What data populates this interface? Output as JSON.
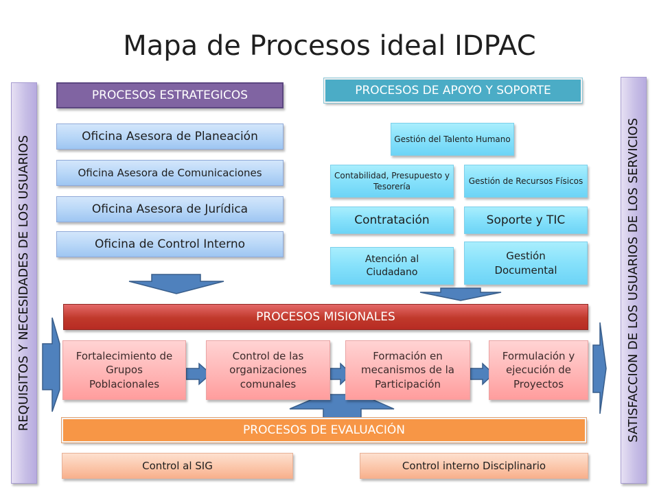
{
  "title": "Mapa de Procesos ideal IDPAC",
  "left_banner": "REQUISITOS Y NECESIDADES DE LOS USUARIOS",
  "right_banner": "SATISFACCION DE LOS USUARIOS DE LOS SERVICIOS",
  "strategic": {
    "header": "PROCESOS ESTRATEGICOS",
    "items": [
      "Oficina Asesora de Planeación",
      "Oficina Asesora  de Comunicaciones",
      "Oficina Asesora de Jurídica",
      "Oficina de Control Interno"
    ]
  },
  "support": {
    "header": "PROCESOS DE APOYO Y SOPORTE",
    "talento": "Gestión del Talento Humano",
    "contabilidad": "Contabilidad, Presupuesto y Tesorería",
    "recursos": "Gestión de Recursos Físicos",
    "contratacion": "Contratación",
    "soporte": "Soporte y TIC",
    "atencion": "Atención al Ciudadano",
    "documental": "Gestión Documental"
  },
  "missional": {
    "header": "PROCESOS MISIONALES",
    "items": [
      "Fortalecimiento de Grupos Poblacionales",
      "Control de las organizaciones comunales",
      "Formación en mecanismos de la Participación",
      "Formulación y ejecución de Proyectos"
    ]
  },
  "evaluation": {
    "header": "PROCESOS DE EVALUACIÓN",
    "items": [
      "Control al SIG",
      "Control interno Disciplinario"
    ]
  },
  "colors": {
    "arrow_fill": "#4f81bd",
    "arrow_stroke": "#385d8a",
    "strategic_header": "#8064a2",
    "support_header": "#4bacc6",
    "missional_header": "#c0392b",
    "evaluation_header": "#f79646"
  }
}
